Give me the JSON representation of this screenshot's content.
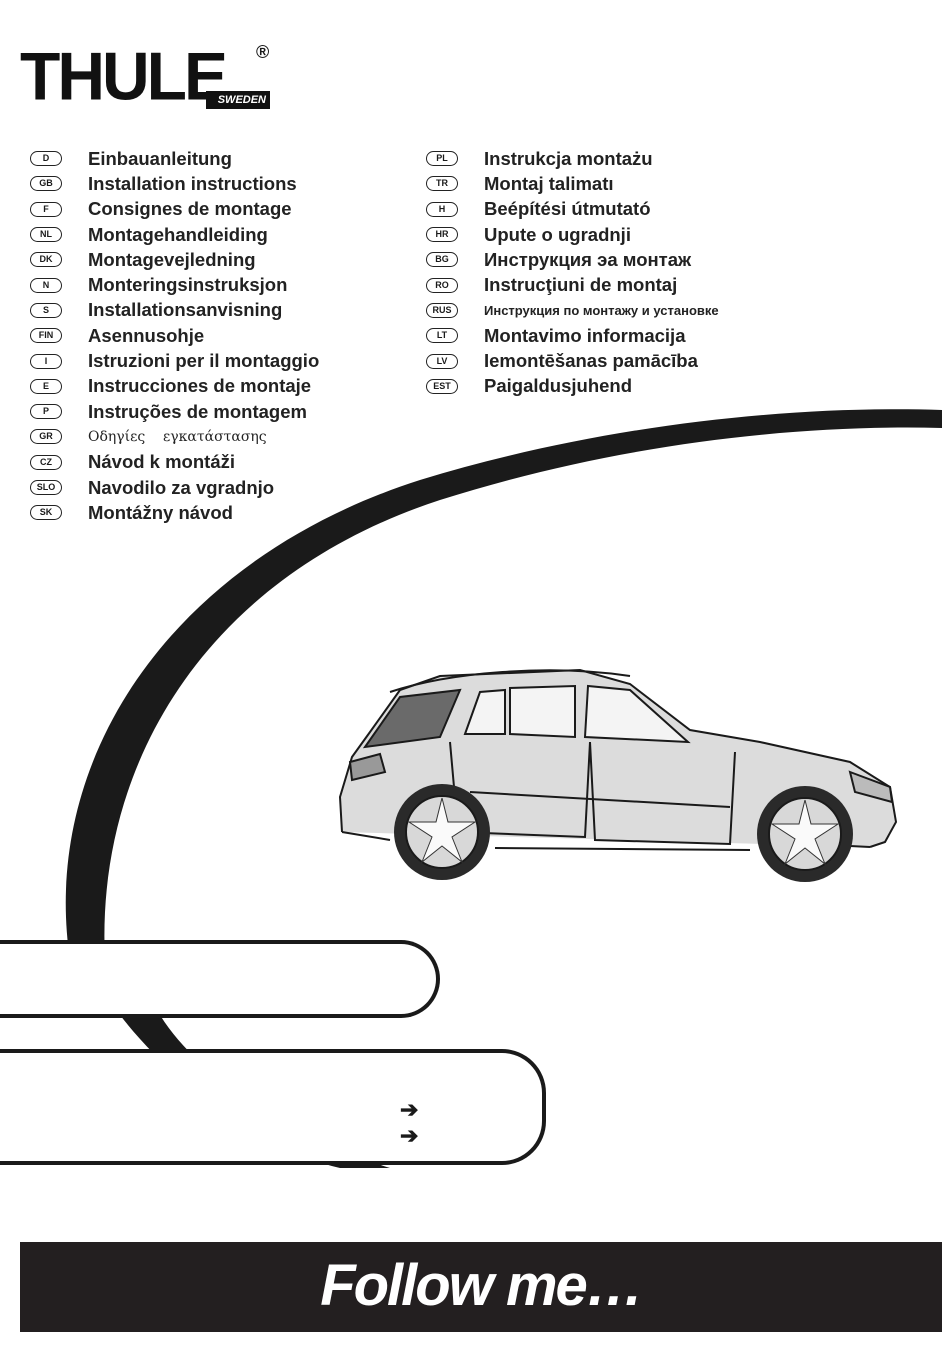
{
  "brand": {
    "name": "THULE",
    "registered": "®",
    "sub": "SWEDEN"
  },
  "languages_left": [
    {
      "code": "D",
      "label": "Einbauanleitung"
    },
    {
      "code": "GB",
      "label": "Installation instructions"
    },
    {
      "code": "F",
      "label": "Consignes de montage"
    },
    {
      "code": "NL",
      "label": "Montagehandleiding"
    },
    {
      "code": "DK",
      "label": "Montagevejledning"
    },
    {
      "code": "N",
      "label": "Monteringsinstruksjon"
    },
    {
      "code": "S",
      "label": "Installationsanvisning"
    },
    {
      "code": "FIN",
      "label": "Asennusohje"
    },
    {
      "code": "I",
      "label": "Istruzioni per il montaggio"
    },
    {
      "code": "E",
      "label": "Instrucciones de montaje"
    },
    {
      "code": "P",
      "label": "Instruções de montagem"
    },
    {
      "code": "GR",
      "label": "Οδηγίες    εγκατάστασης"
    },
    {
      "code": "CZ",
      "label": "Návod k montáži"
    },
    {
      "code": "SLO",
      "label": "Navodilo za vgradnjo"
    },
    {
      "code": "SK",
      "label": "Montážny návod"
    }
  ],
  "languages_right": [
    {
      "code": "PL",
      "label": "Instrukcja montażu"
    },
    {
      "code": "TR",
      "label": "Montaj talimatı"
    },
    {
      "code": "H",
      "label": "Beépítési útmutató"
    },
    {
      "code": "HR",
      "label": "Upute o ugradnji"
    },
    {
      "code": "BG",
      "label": "Инструкция эа монтаж"
    },
    {
      "code": "RO",
      "label": "Instrucţiuni de montaj"
    },
    {
      "code": "RUS",
      "label": "Инструкция по монтажу и установке"
    },
    {
      "code": "LT",
      "label": "Montavimo informacija"
    },
    {
      "code": "LV",
      "label": "Iemontēšanas pamācība"
    },
    {
      "code": "EST",
      "label": "Paigaldusjuhend"
    }
  ],
  "arrows": [
    "➔",
    "➔"
  ],
  "footer": {
    "tagline": "Follow me…"
  },
  "colors": {
    "ink": "#1a1a1a",
    "footer_bg": "#231f20",
    "footer_text": "#ffffff"
  },
  "icons": {
    "car": "suv-car-illustration",
    "arrow": "right-arrow-icon"
  }
}
